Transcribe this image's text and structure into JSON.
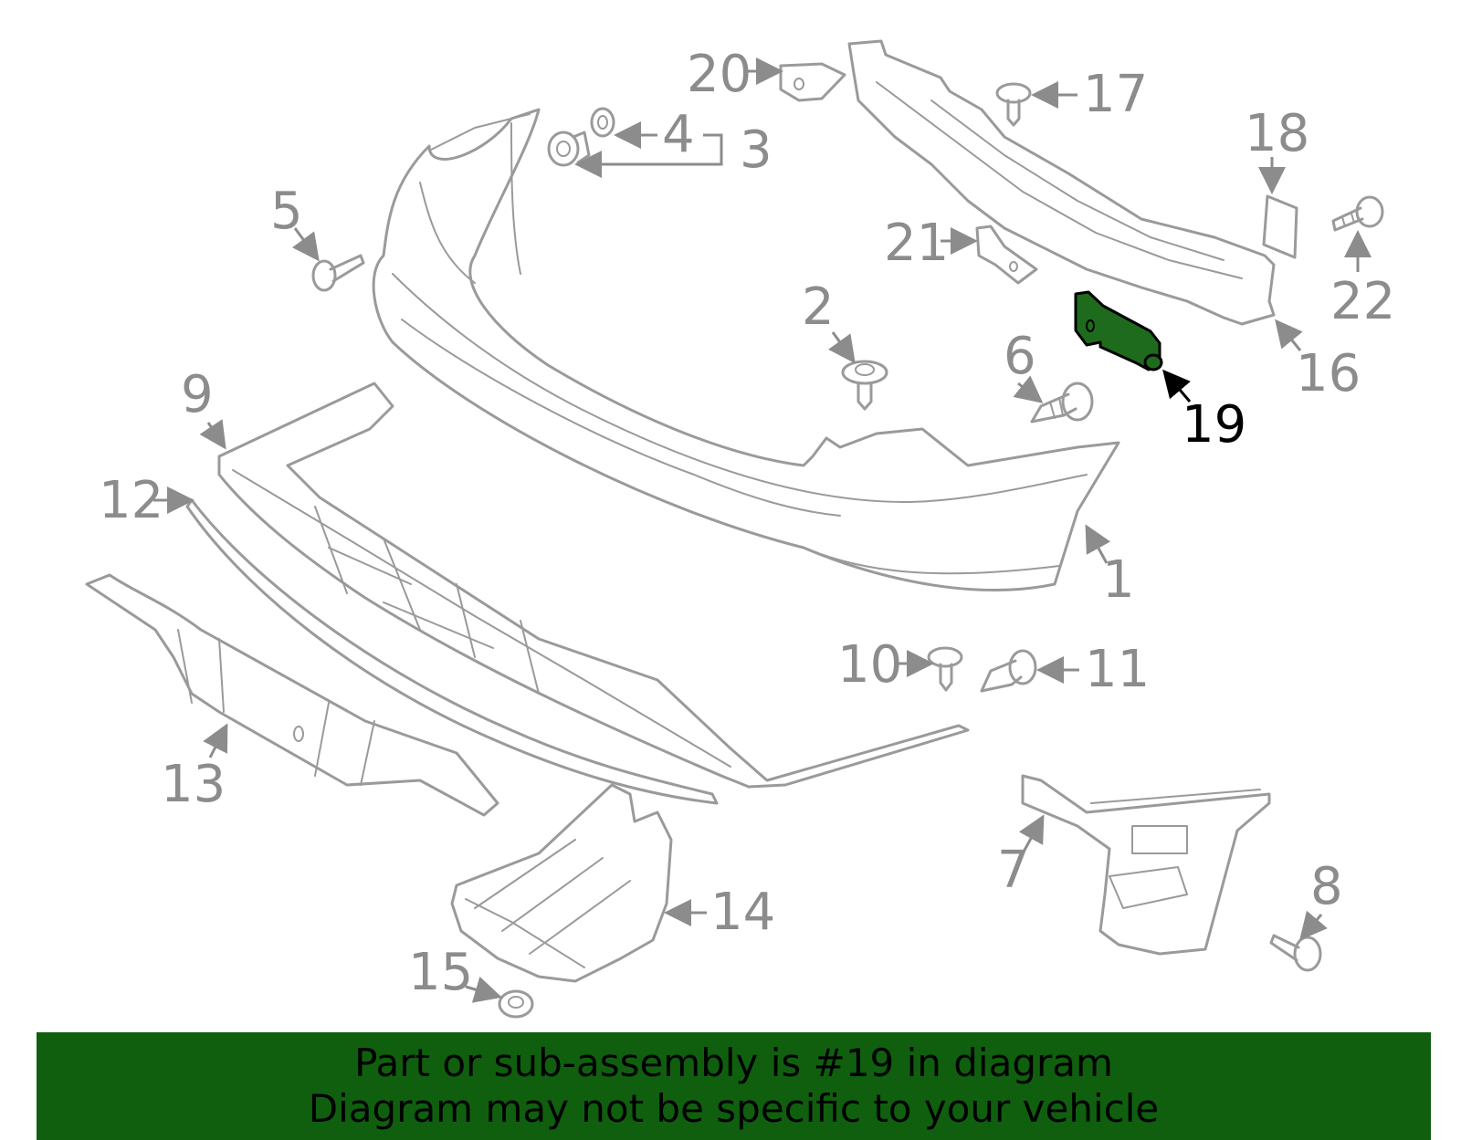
{
  "callouts": {
    "c1": "1",
    "c2": "2",
    "c3": "3",
    "c4": "4",
    "c5": "5",
    "c6": "6",
    "c7": "7",
    "c8": "8",
    "c9": "9",
    "c10": "10",
    "c11": "11",
    "c12": "12",
    "c13": "13",
    "c14": "14",
    "c15": "15",
    "c16": "16",
    "c17": "17",
    "c18": "18",
    "c19": "19",
    "c20": "20",
    "c21": "21",
    "c22": "22"
  },
  "highlight": {
    "part_number": "19",
    "color": "#1e6b1e"
  },
  "banner": {
    "line1": "Part or sub-assembly is #19 in diagram",
    "line2": "Diagram may not be specific to your vehicle",
    "background": "#0f5f0f"
  }
}
